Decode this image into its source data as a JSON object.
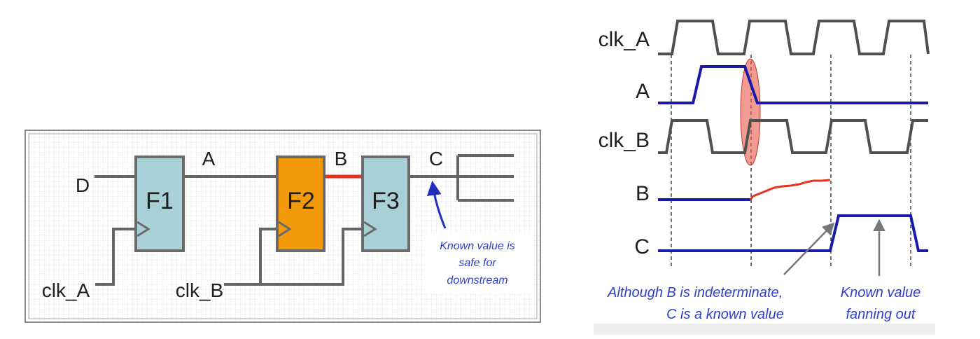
{
  "schematic": {
    "input_label": "D",
    "clk_a_label": "clk_A",
    "clk_b_label": "clk_B",
    "net_a_label": "A",
    "net_b_label": "B",
    "net_c_label": "C",
    "flops": [
      {
        "name": "F1",
        "fill": "#a9d0d6"
      },
      {
        "name": "F2",
        "fill": "#f29a0c"
      },
      {
        "name": "F3",
        "fill": "#a9d0d6"
      }
    ],
    "callout_lines": [
      "Known value is",
      "safe for",
      "downstream"
    ]
  },
  "waveforms": {
    "signals": [
      {
        "name": "clk_A"
      },
      {
        "name": "A"
      },
      {
        "name": "clk_B"
      },
      {
        "name": "B"
      },
      {
        "name": "C"
      }
    ],
    "note_left_lines": [
      "Although B is indeterminate,",
      "C is a known value"
    ],
    "note_right_lines": [
      "Known value",
      "fanning out"
    ]
  },
  "colors": {
    "wire": "#666666",
    "data_signal": "#1a1aa8",
    "metastable": "#e8321e",
    "clock_signal": "#505050",
    "annotation": "#2f3fcf"
  }
}
